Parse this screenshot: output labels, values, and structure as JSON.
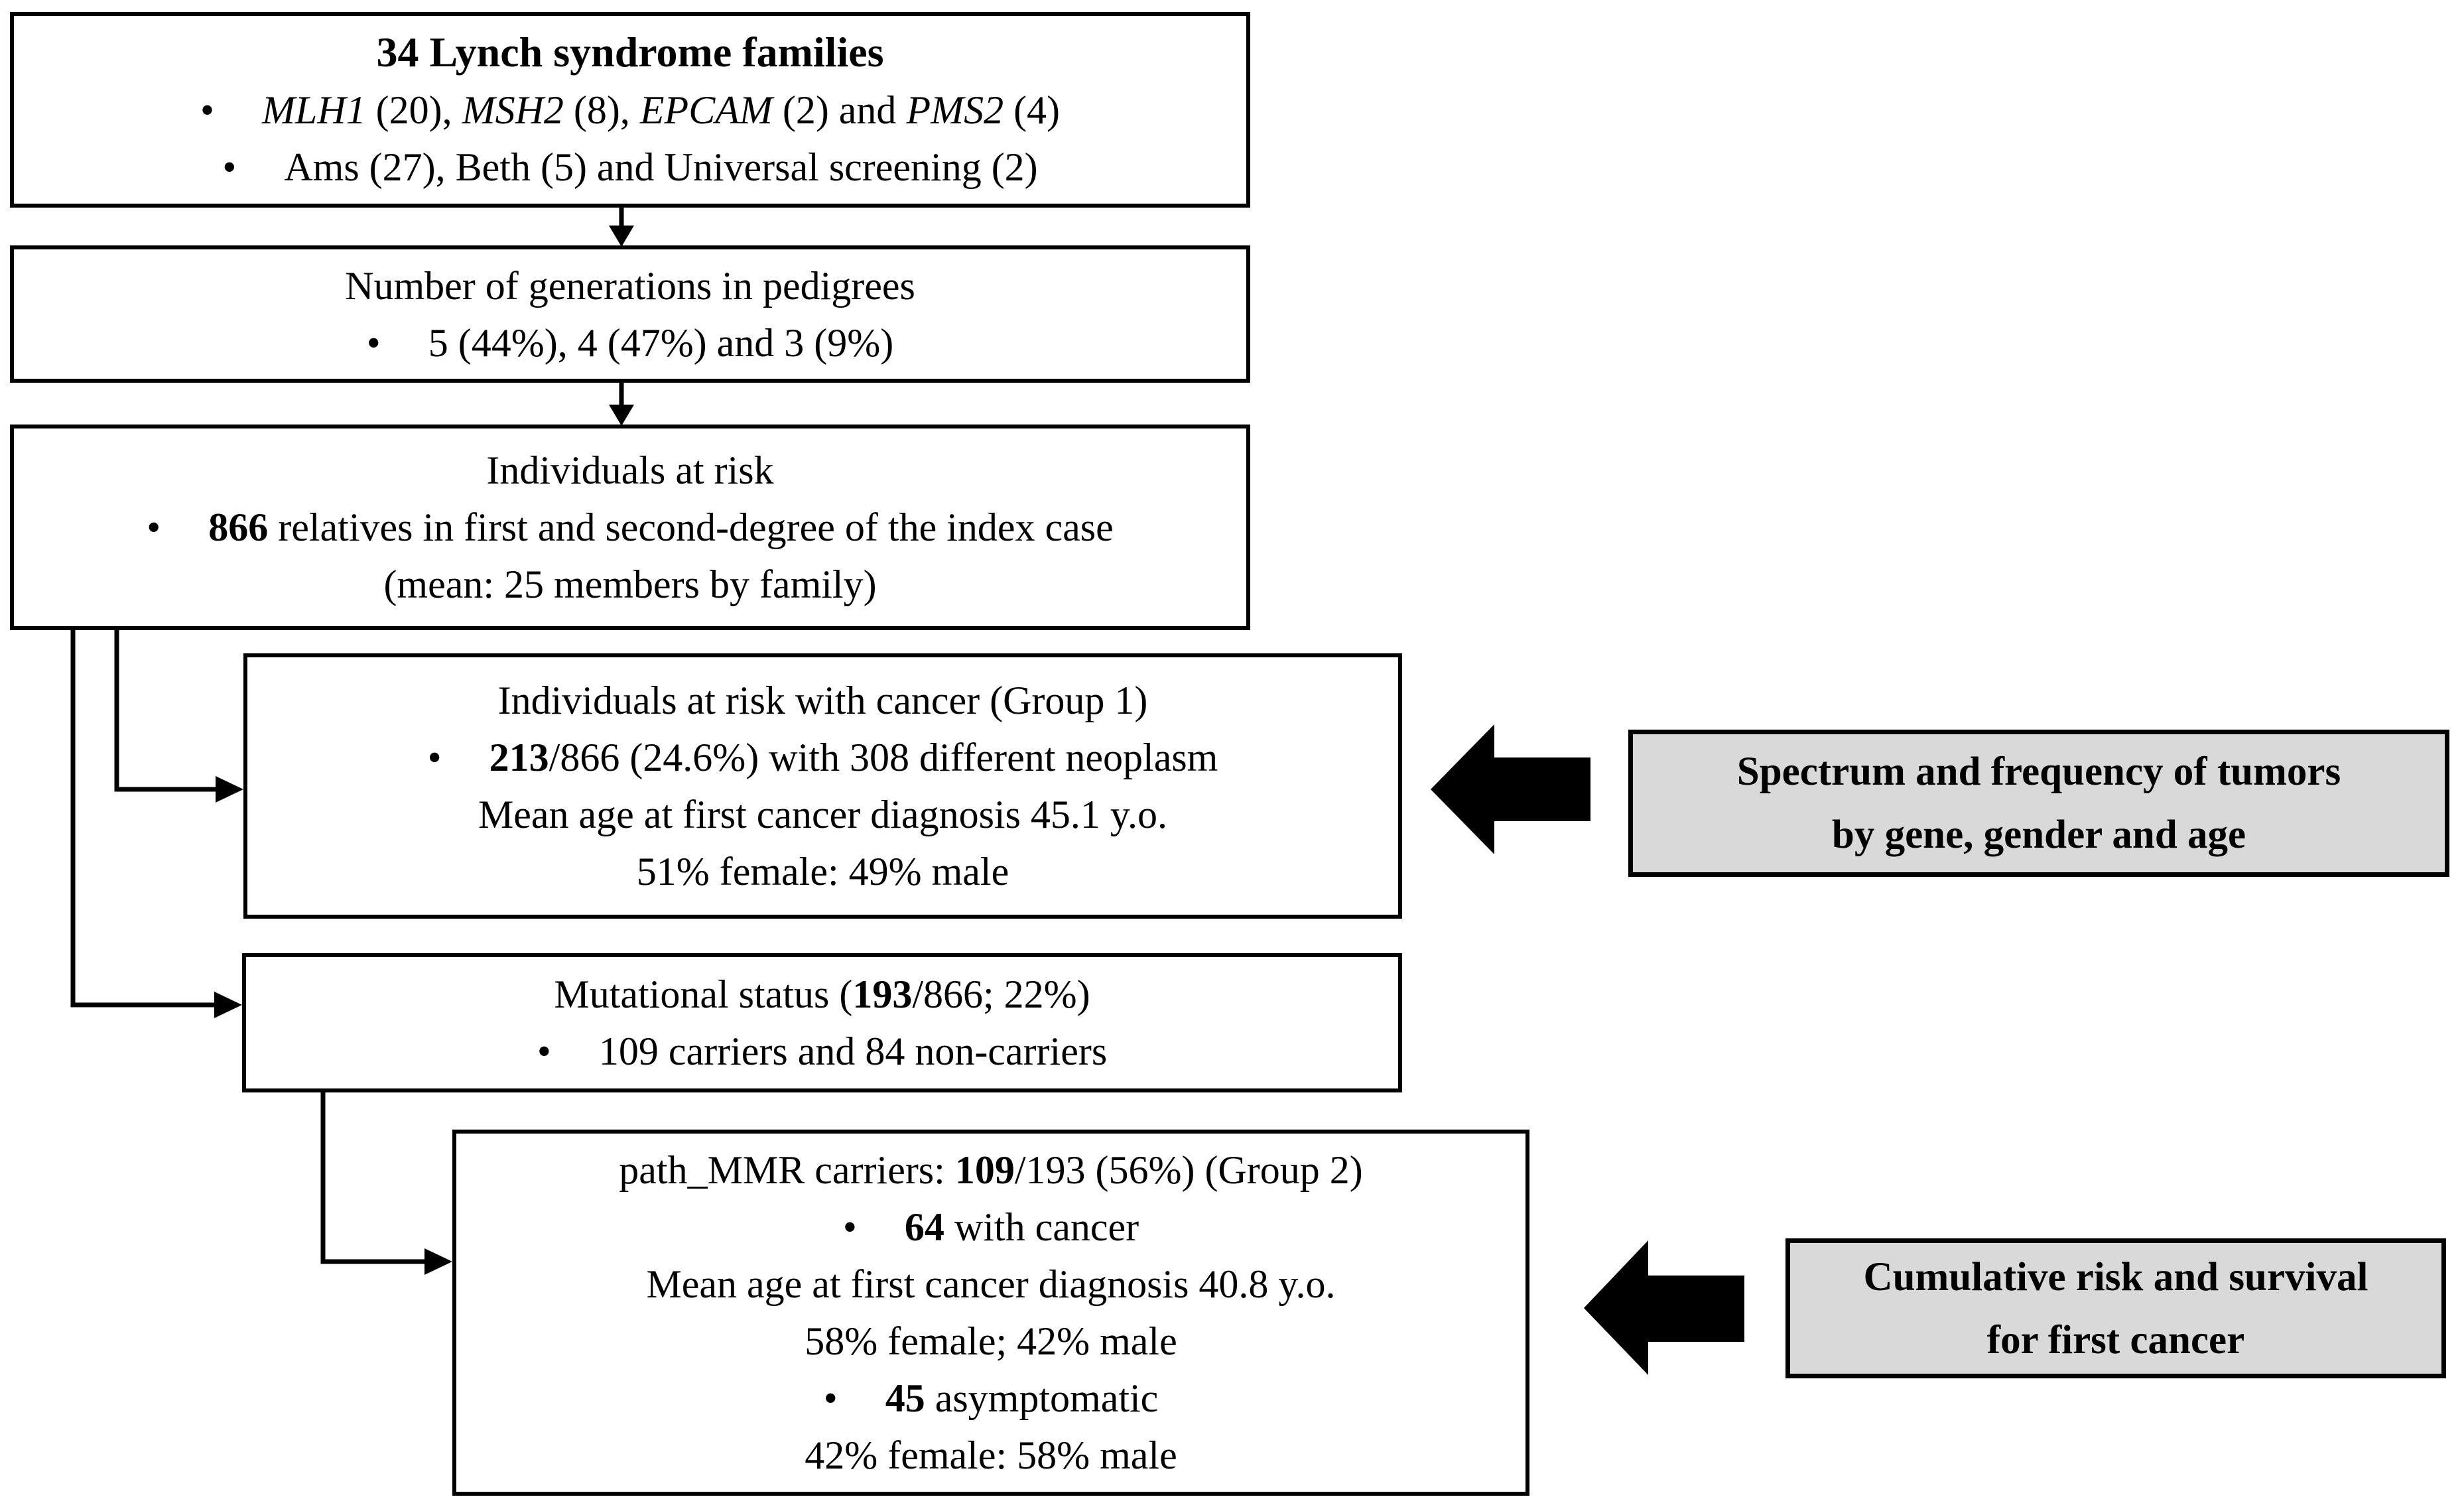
{
  "colors": {
    "background": "#ffffff",
    "box_border": "#000000",
    "gray_label_fill": "#d9d9d9",
    "arrow": "#000000"
  },
  "flowchart": {
    "bullet_char": "•",
    "boxes": {
      "families": {
        "lines": [
          [
            {
              "t": "34 Lynch syndrome families",
              "big": true
            }
          ],
          [
            {
              "bullet": true
            },
            {
              "t": "MLH1",
              "i": true
            },
            {
              "t": " (20), "
            },
            {
              "t": "MSH2",
              "i": true
            },
            {
              "t": " (8), "
            },
            {
              "t": "EPCAM",
              "i": true
            },
            {
              "t": " (2) and "
            },
            {
              "t": "PMS2",
              "i": true
            },
            {
              "t": " (4)"
            }
          ],
          [
            {
              "bullet": true
            },
            {
              "t": "Ams (27), Beth (5) and Universal screening (2)"
            }
          ]
        ]
      },
      "generations": {
        "lines": [
          [
            {
              "t": "Number of generations in pedigrees"
            }
          ],
          [
            {
              "bullet": true
            },
            {
              "t": "5 (44%), 4 (47%) and 3 (9%)"
            }
          ]
        ]
      },
      "at_risk": {
        "lines": [
          [
            {
              "t": "Individuals at risk"
            }
          ],
          [
            {
              "bullet": true
            },
            {
              "t": "866",
              "b": true
            },
            {
              "t": " relatives in first and second-degree of the index case"
            }
          ],
          [
            {
              "t": "(mean: 25 members by family)"
            }
          ]
        ]
      },
      "group1": {
        "lines": [
          [
            {
              "t": "Individuals at risk with cancer (Group 1)"
            }
          ],
          [
            {
              "bullet": true
            },
            {
              "t": "213",
              "b": true
            },
            {
              "t": "/866 (24.6%) with 308 different neoplasm"
            }
          ],
          [
            {
              "t": "Mean age at first cancer diagnosis 45.1 y.o."
            }
          ],
          [
            {
              "t": "51% female: 49% male"
            }
          ]
        ]
      },
      "mutational": {
        "lines": [
          [
            {
              "t": "Mutational status ("
            },
            {
              "t": "193",
              "b": true
            },
            {
              "t": "/866; 22%)"
            }
          ],
          [
            {
              "bullet": true
            },
            {
              "t": "109 carriers and 84 non-carriers"
            }
          ]
        ]
      },
      "group2": {
        "lines": [
          [
            {
              "t": "path_MMR carriers: "
            },
            {
              "t": "109",
              "b": true
            },
            {
              "t": "/193 (56%) (Group 2)"
            }
          ],
          [
            {
              "bullet": true
            },
            {
              "t": "64",
              "b": true
            },
            {
              "t": " with cancer"
            }
          ],
          [
            {
              "t": "Mean age at first cancer diagnosis 40.8 y.o."
            }
          ],
          [
            {
              "t": "58% female; 42% male"
            }
          ],
          [
            {
              "bullet": true
            },
            {
              "t": "45",
              "b": true
            },
            {
              "t": " asymptomatic"
            }
          ],
          [
            {
              "t": "42% female: 58% male"
            }
          ]
        ]
      }
    },
    "side_labels": {
      "tumors": {
        "line1": "Spectrum and frequency of tumors",
        "line2": "by gene, gender and age"
      },
      "risk": {
        "line1": "Cumulative risk and survival",
        "line2": "for first cancer"
      }
    }
  }
}
